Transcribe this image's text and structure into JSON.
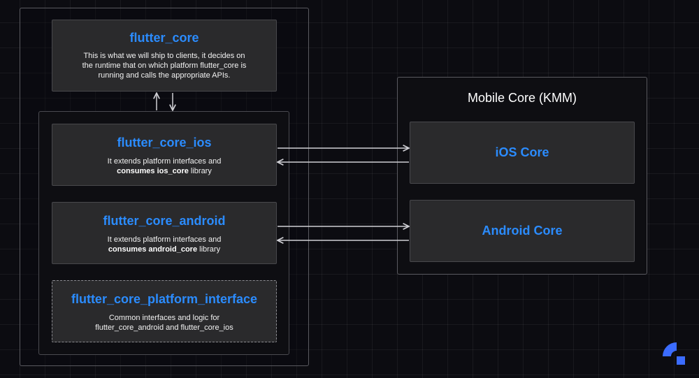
{
  "flutter_core": {
    "title": "flutter_core",
    "desc_1": "This is what we will ship to clients, it decides on",
    "desc_2": "the runtime that on which platform flutter_core is",
    "desc_3": "running and calls the appropriate APIs."
  },
  "flutter_core_ios": {
    "title": "flutter_core_ios",
    "desc_1": "It extends platform interfaces and",
    "desc_2_bold": "consumes ios_core",
    "desc_2_rest": " library"
  },
  "flutter_core_android": {
    "title": "flutter_core_android",
    "desc_1": "It extends platform interfaces and",
    "desc_2_bold": "consumes android_core",
    "desc_2_rest": " library"
  },
  "flutter_core_platform_interface": {
    "title": "flutter_core_platform_interface",
    "desc_1": "Common interfaces and logic for",
    "desc_2": "flutter_core_android and flutter_core_ios"
  },
  "mobile_core": {
    "title": "Mobile Core (KMM)",
    "ios_core": "iOS Core",
    "android_core": "Android Core"
  },
  "colors": {
    "accent": "#2b8cff",
    "box_bg": "#2a2a2c",
    "page_bg": "#0c0c11",
    "arrow": "#cfcfd4"
  },
  "icons": {
    "brand_logo": "brand-logo-icon"
  }
}
